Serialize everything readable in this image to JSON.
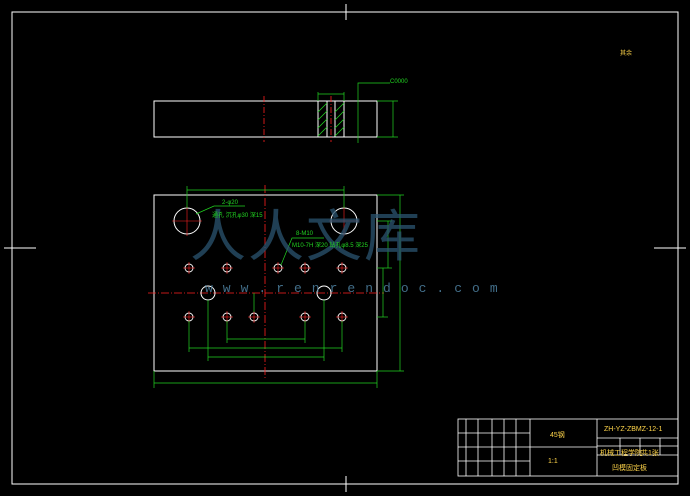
{
  "watermark": {
    "text": "人人文库",
    "url": "www.renrendoc.com"
  },
  "annotations": {
    "roughness_top": "其余",
    "side_label": "C0000",
    "hole_callout_1": "2-φ20",
    "hole_callout_1b": "通孔 沉孔φ30 深15",
    "hole_callout_2": "8-M10",
    "hole_callout_2b": "M10-7H 深20 钻孔φ8.5 深25"
  },
  "title_block": {
    "drawing_number": "ZH-YZ-ZBMZ-12-1",
    "material": "45钢",
    "part_name": "凹模固定板",
    "scale": "1:1",
    "sheet": "共1张",
    "school": "机械工程学院"
  },
  "colors": {
    "background": "#000000",
    "outline": "#ffffff",
    "centerline": "#ff2020",
    "dimension": "#21d321",
    "title_text": "#ffd54a"
  }
}
